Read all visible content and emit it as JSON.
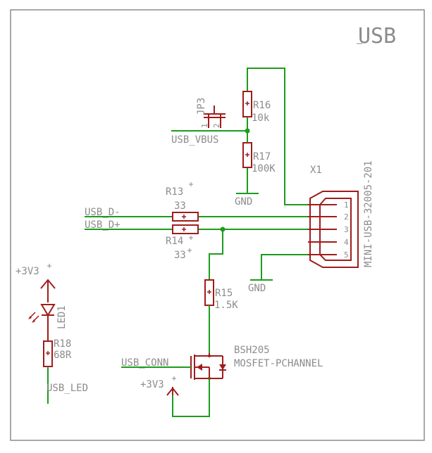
{
  "sheet": {
    "title": "USB"
  },
  "colors": {
    "net": "#1d9c1d",
    "part": "#a01c1c",
    "text": "#8c8c8c",
    "frame": "#8c8c8c"
  },
  "nets": {
    "usb_vbus": "USB_VBUS",
    "usb_d_minus": "USB_D-",
    "usb_d_plus": "USB_D+",
    "usb_conn": "USB_CONN",
    "usb_led": "USB_LED",
    "gnd_r17": "GND",
    "gnd_x1": "GND",
    "supply_led": "+3V3",
    "supply_mosfet": "+3V3"
  },
  "parts": {
    "jp3": {
      "name": "JP3",
      "pin1": "1",
      "pin2": "2"
    },
    "r16": {
      "name": "R16",
      "value": "10k"
    },
    "r17": {
      "name": "R17",
      "value": "100K"
    },
    "r13": {
      "name": "R13",
      "value": "33"
    },
    "r14": {
      "name": "R14",
      "value": "33"
    },
    "r15": {
      "name": "R15",
      "value": "1.5K"
    },
    "r18": {
      "name": "R18",
      "value": "68R"
    },
    "led1": {
      "name": "LED1"
    },
    "q1": {
      "name": "BSH205",
      "value": "MOSFET-PCHANNEL"
    },
    "x1": {
      "name": "X1",
      "value": "MINI-USB-32005-201",
      "pins": [
        "1",
        "2",
        "3",
        "4",
        "5"
      ]
    }
  }
}
